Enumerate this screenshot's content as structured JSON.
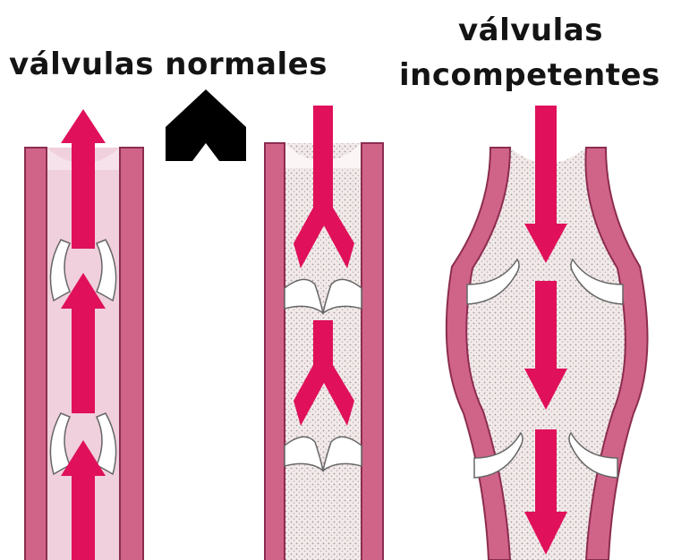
{
  "labels": {
    "normal": "válvulas normales",
    "incompetent_line1": "válvulas",
    "incompetent_line2": "incompetentes"
  },
  "colors": {
    "vein_wall": "#d06488",
    "vein_wall_dark": "#8c2c50",
    "lumen_light": "#efd0dc",
    "lumen_shaded": "#e8dede",
    "arrow": "#e0105a",
    "valve": "#ffffff",
    "symbol": "#000000"
  },
  "icons": {
    "direction": "up-chevron-icon"
  }
}
